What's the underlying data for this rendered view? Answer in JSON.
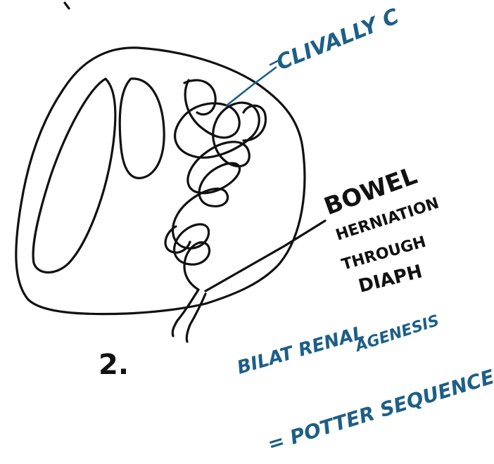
{
  "labels": {
    "top_label": "CLIVALLY C",
    "bowel_1": "BOWEL",
    "bowel_2": "HERNIATION",
    "bowel_3": "THROUGH",
    "bowel_4": "DIAPH",
    "figure_number": "2.",
    "bilat_1": "BILAT RENAL",
    "bilat_2": "AGENESIS",
    "sequence": "= POTTER SEQUENCE"
  },
  "colors": {
    "outline_ink": "#111111",
    "label_ink": "#1d5f86",
    "background": "#ffffff"
  }
}
